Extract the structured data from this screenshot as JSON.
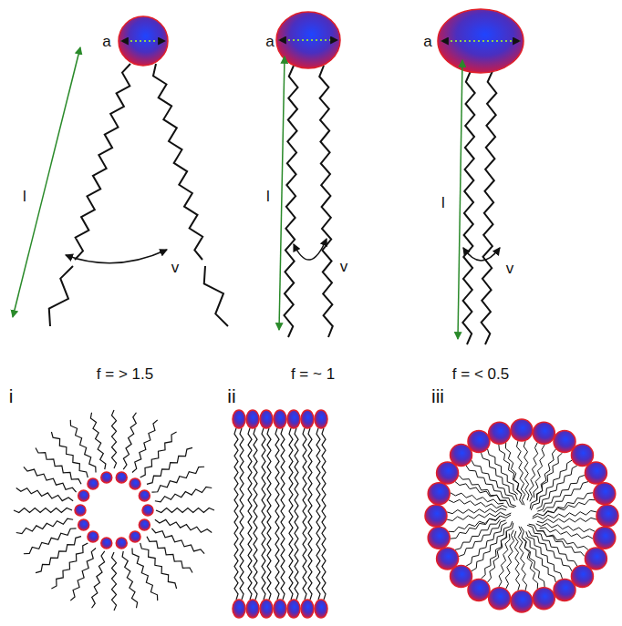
{
  "diagram": {
    "labels": [
      "a",
      "l",
      "v",
      "a",
      "l",
      "v",
      "a",
      "l",
      "v",
      "f = > 1.5",
      "f = ~ 1",
      "f = < 0.5",
      "i",
      "ii",
      "iii"
    ]
  }
}
